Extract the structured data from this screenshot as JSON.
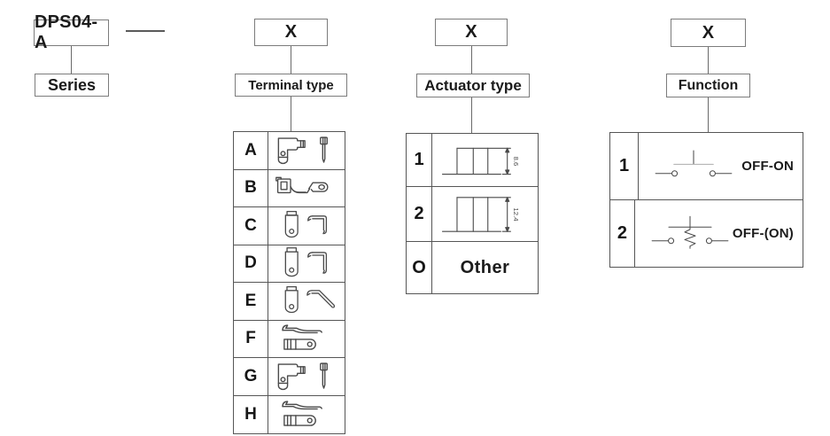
{
  "part": {
    "code": "DPS04-A",
    "series_label": "Series"
  },
  "terminal": {
    "code": "X",
    "label": "Terminal type",
    "rows": [
      {
        "key": "A",
        "icon": "angle-terminal-with-pin"
      },
      {
        "key": "B",
        "icon": "clip-terminal-with-lug-strip"
      },
      {
        "key": "C",
        "icon": "tab-terminal-with-bent-strip"
      },
      {
        "key": "D",
        "icon": "tall-tab-terminal-with-bent-strip"
      },
      {
        "key": "E",
        "icon": "tab-terminal-with-angled-strip"
      },
      {
        "key": "F",
        "icon": "strip-over-blade-terminal"
      },
      {
        "key": "G",
        "icon": "angle-terminal-with-pin"
      },
      {
        "key": "H",
        "icon": "strip-over-blade-terminal"
      }
    ]
  },
  "actuator": {
    "code": "X",
    "label": "Actuator type",
    "rows": [
      {
        "key": "1",
        "dim": "8.6",
        "icon": "actuator-height-drawing"
      },
      {
        "key": "2",
        "dim": "12.4",
        "icon": "actuator-height-drawing"
      },
      {
        "key": "O",
        "text": "Other"
      }
    ]
  },
  "function": {
    "code": "X",
    "label": "Function",
    "rows": [
      {
        "key": "1",
        "text": "OFF-ON",
        "icon": "momentary-switch-symbol"
      },
      {
        "key": "2",
        "text": "OFF-(ON)",
        "icon": "momentary-switch-spring-symbol"
      }
    ]
  },
  "colors": {
    "line": "#4a4a4a",
    "box_border": "#7c7c7c",
    "table_border": "#565656",
    "text": "#1b1b1b"
  }
}
